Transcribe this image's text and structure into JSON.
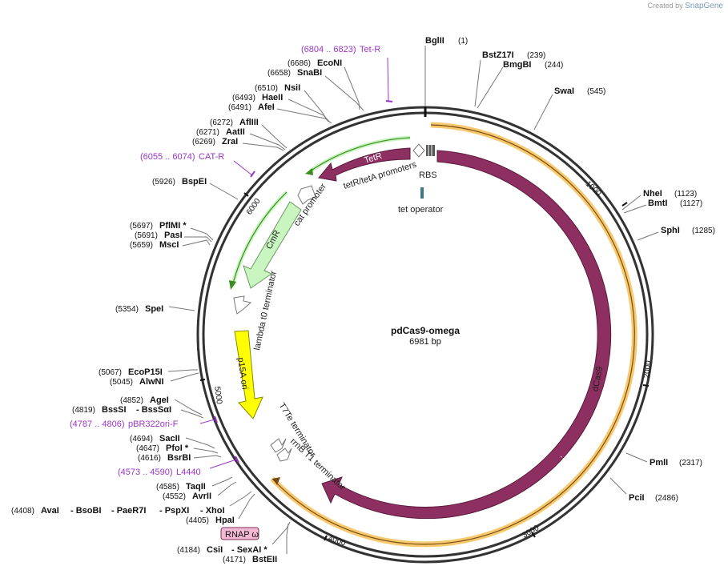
{
  "credit": {
    "prefix": "Created by",
    "brand": "SnapGene"
  },
  "plasmid": {
    "name": "pdCas9-omega",
    "length_label": "6981 bp"
  },
  "backbone_ticks": [
    "1000",
    "2000",
    "3000",
    "4000",
    "5000",
    "6000"
  ],
  "features": {
    "tetR": "TetR",
    "tetR_promoters": "tetR/tetA promoters",
    "rbs": "RBS",
    "tet_operator": "tet operator",
    "cat_promoter": "cat promoter",
    "cmR": "CmR",
    "lambda_terminator": "lambda t0 terminator",
    "p15a": "p15A ori",
    "t7te": "T7Te terminator",
    "rrnb": "rrnB T1 terminator",
    "dcas9": "dCas9",
    "rnap": "RNAP ω"
  },
  "primers": {
    "tetR_rev": {
      "range": "(6804 .. 6823)",
      "name": "Tet-R"
    },
    "cat_r": {
      "range": "(6055 .. 6074)",
      "name": "CAT-R"
    },
    "pbr": {
      "range": "(4787 .. 4806)",
      "name": "pBR322ori-F"
    },
    "l4440": {
      "range": "(4573 .. 4590)",
      "name": "L4440"
    }
  },
  "sites_top": {
    "bglII": {
      "name": "BglII",
      "pos": "(1)"
    },
    "bstZ17I": {
      "name": "BstZ17I",
      "pos": "(239)"
    },
    "bmgBI": {
      "name": "BmgBI",
      "pos": "(244)"
    },
    "swaI": {
      "name": "SwaI",
      "pos": "(545)"
    }
  },
  "sites_right": {
    "nheI": {
      "name": "NheI",
      "pos": "(1123)"
    },
    "bmtI": {
      "name": "BmtI",
      "pos": "(1127)"
    },
    "sphI": {
      "name": "SphI",
      "pos": "(1285)"
    },
    "pmlI": {
      "name": "PmlI",
      "pos": "(2317)"
    },
    "pciI": {
      "name": "PciI",
      "pos": "(2486)"
    }
  },
  "sites_left": {
    "ecoNI": {
      "pos": "(6686)",
      "name": "EcoNI"
    },
    "snaBI": {
      "pos": "(6658)",
      "name": "SnaBI"
    },
    "nsiI": {
      "pos": "(6510)",
      "name": "NsiI"
    },
    "haeII": {
      "pos": "(6493)",
      "name": "HaeII"
    },
    "afeI": {
      "pos": "(6491)",
      "name": "AfeI"
    },
    "aflIII": {
      "pos": "(6272)",
      "name": "AflIII"
    },
    "aatII": {
      "pos": "(6271)",
      "name": "AatII"
    },
    "zraI": {
      "pos": "(6269)",
      "name": "ZraI"
    },
    "bspEI": {
      "pos": "(5926)",
      "name": "BspEI"
    },
    "pflMI": {
      "pos": "(5697)",
      "name": "PflMI *"
    },
    "pasI": {
      "pos": "(5691)",
      "name": "PasI"
    },
    "mscI": {
      "pos": "(5659)",
      "name": "MscI"
    },
    "speI": {
      "pos": "(5354)",
      "name": "SpeI"
    },
    "ecoP15I": {
      "pos": "(5067)",
      "name": "EcoP15I"
    },
    "alwNI": {
      "pos": "(5045)",
      "name": "AlwNI"
    },
    "ageI": {
      "pos": "(4852)",
      "name": "AgeI"
    },
    "bssSI": {
      "pos": "(4819)",
      "name": "BssSI",
      "name2": "- BssSαI"
    },
    "sacII": {
      "pos": "(4694)",
      "name": "SacII"
    },
    "pfoI": {
      "pos": "(4647)",
      "name": "PfoI *"
    },
    "bsrBI": {
      "pos": "(4616)",
      "name": "BsrBI"
    },
    "taqII": {
      "pos": "(4585)",
      "name": "TaqII"
    },
    "avrII": {
      "pos": "(4552)",
      "name": "AvrII"
    },
    "ava": {
      "pos": "(4408)",
      "name": "AvaI",
      "rest": [
        "- BsoBI",
        "- PaeR7I",
        "- PspXI",
        "- XhoI"
      ]
    },
    "hpaI": {
      "pos": "(4405)",
      "name": "HpaI"
    },
    "csiI": {
      "pos": "(4184)",
      "name": "CsiI",
      "name2": "- SexAI *"
    },
    "bstEII": {
      "pos": "(4171)",
      "name": "BstEII"
    }
  },
  "colors": {
    "backbone": "#333333",
    "dcas9": "#8e2f62",
    "cmR": "#c8f5c0",
    "p15a": "#ffff00",
    "primer": "#9a35c8",
    "orange_band": "#f6c96e",
    "green_line": "#3a8c1e"
  }
}
